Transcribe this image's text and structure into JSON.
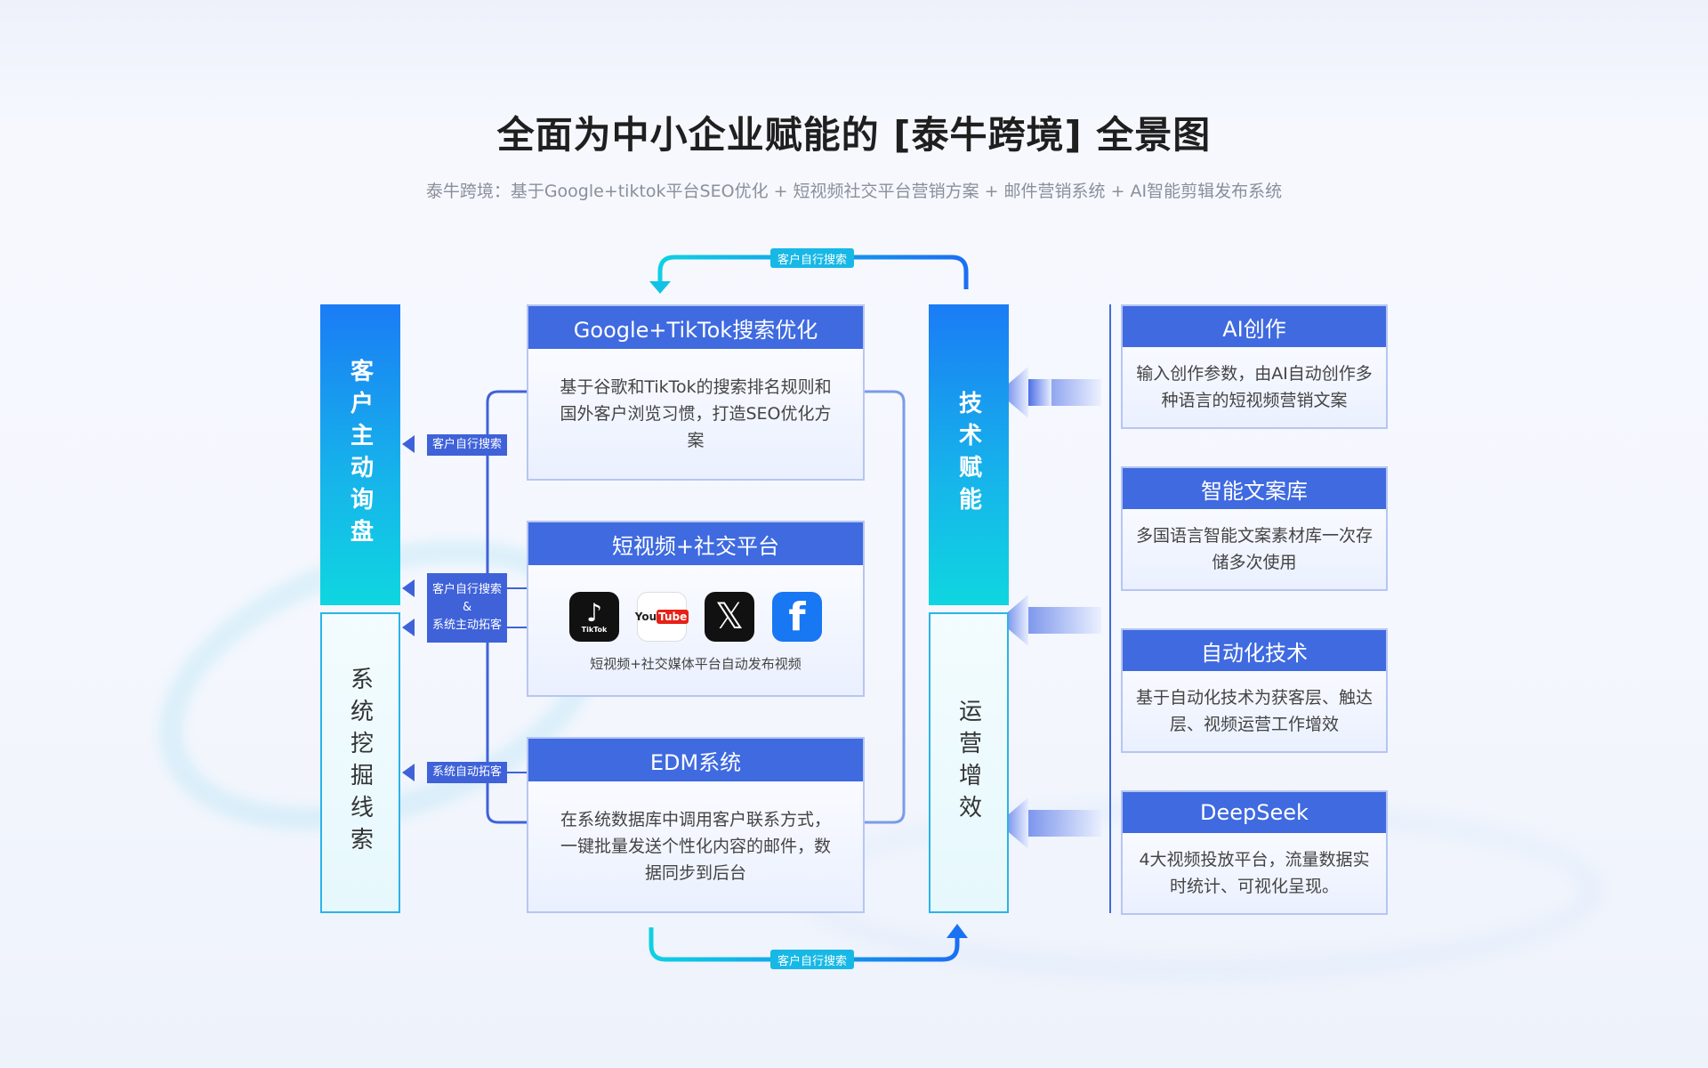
{
  "title": "全面为中小企业赋能的 [泰牛跨境] 全景图",
  "subtitle": "泰牛跨境：基于Google+tiktok平台SEO优化 + 短视频社交平台营销方案 + 邮件营销系统 + AI智能剪辑发布系统",
  "left_bars": {
    "top": "客户主动询盘",
    "bottom": "系统挖掘线索"
  },
  "mid_bars": {
    "top": "技术赋能",
    "bottom": "运营增效"
  },
  "tags": {
    "top_loop": "客户自行搜索",
    "bottom_loop": "客户自行搜索",
    "left_1": "客户自行搜索",
    "left_2_line1": "客户自行搜索",
    "left_2_amp": "&",
    "left_2_line2": "系统主动拓客",
    "left_3": "系统自动拓客"
  },
  "center_cards": [
    {
      "title": "Google+TikTok搜索优化",
      "body": "基于谷歌和TikTok的搜索排名规则和国外客户浏览习惯，打造SEO优化方案"
    },
    {
      "title": "短视频+社交平台",
      "body": "短视频+社交媒体平台自动发布视频"
    },
    {
      "title": "EDM系统",
      "body": "在系统数据库中调用客户联系方式，一键批量发送个性化内容的邮件，数据同步到后台"
    }
  ],
  "social_icons": [
    {
      "name": "tiktok-icon",
      "label": "TikTok"
    },
    {
      "name": "youtube-icon",
      "label_a": "You",
      "label_b": "Tube"
    },
    {
      "name": "x-icon",
      "label": "𝕏"
    },
    {
      "name": "facebook-icon",
      "label": "f"
    }
  ],
  "right_cards": [
    {
      "title": "AI创作",
      "body": "输入创作参数，由AI自动创作多种语言的短视频营销文案"
    },
    {
      "title": "智能文案库",
      "body": "多国语言智能文案素材库一次存储多次使用"
    },
    {
      "title": "自动化技术",
      "body": "基于自动化技术为获客层、触达层、视频运营工作增效"
    },
    {
      "title": "DeepSeek",
      "body": "4大视频投放平台，流量数据实时统计、可视化呈现。"
    }
  ],
  "colors": {
    "primary": "#3f6ae0",
    "cyan": "#17b8e6",
    "tag_blue": "#3f62d9"
  }
}
